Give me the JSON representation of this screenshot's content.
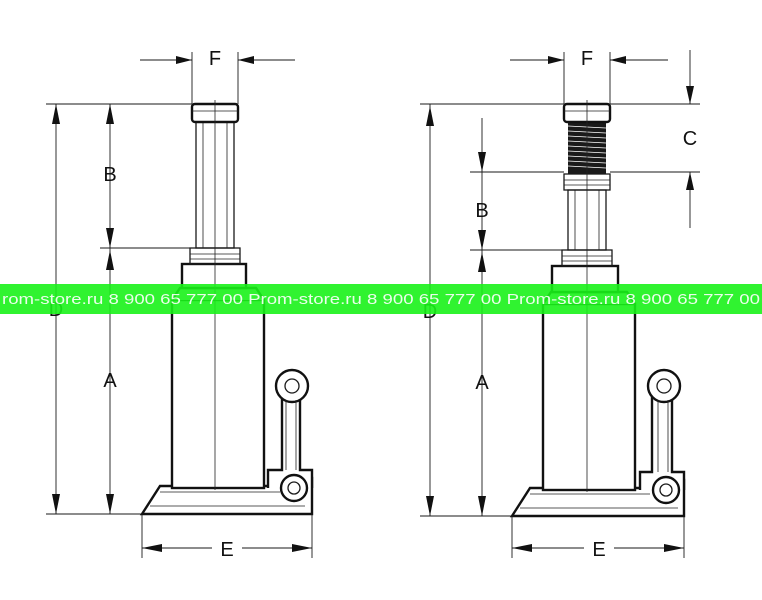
{
  "jack_left": {
    "labels": {
      "F": "F",
      "B": "B",
      "D": "D",
      "A": "A",
      "E": "E"
    }
  },
  "jack_right": {
    "labels": {
      "F": "F",
      "C": "C",
      "B": "B",
      "D": "D",
      "A": "A",
      "E": "E"
    }
  },
  "watermark": {
    "text": "rom-store.ru   8 900 65 777 00   Prom-store.ru   8 900 65 777 00   Prom-store.ru   8 900 65 777 00",
    "color": "#19f219"
  }
}
